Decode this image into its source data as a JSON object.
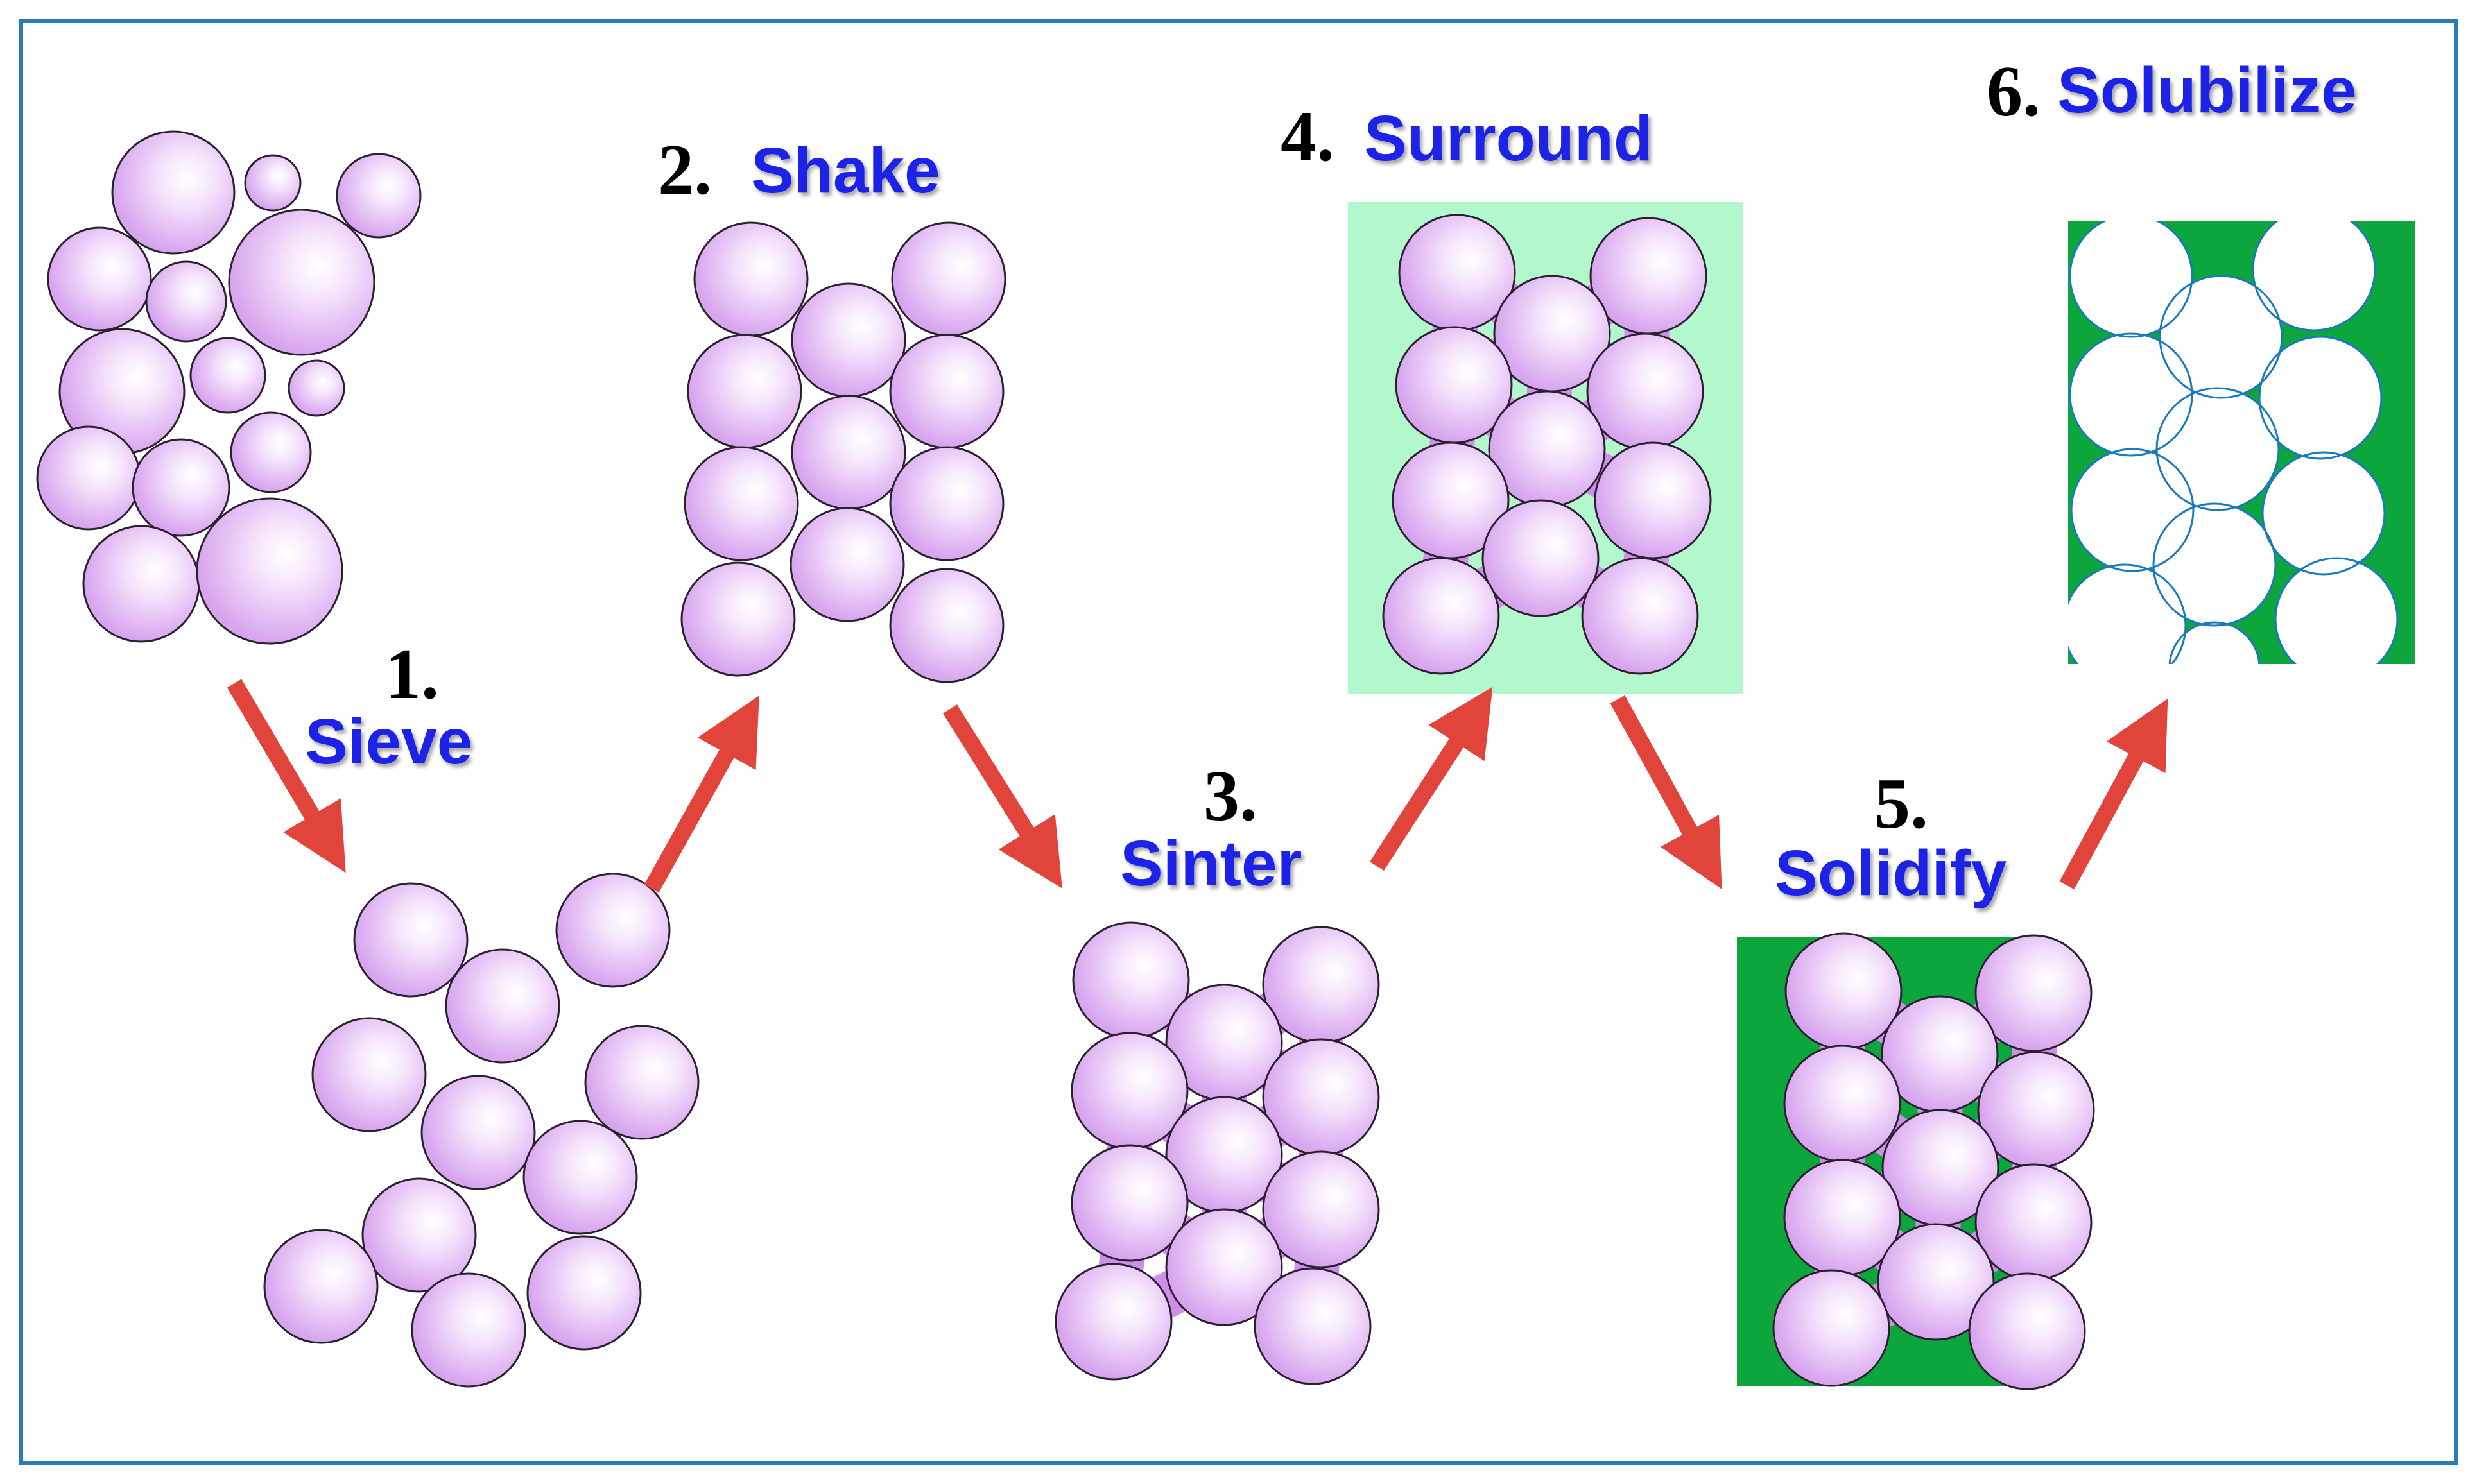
{
  "colors": {
    "frame": "#2b7bb9",
    "particle_edge": "#d4a0ec",
    "particle_center": "#ffffff",
    "particle_stroke": "#2a2030",
    "neck": "#cf8fe8",
    "arrow": "#e0443a",
    "label_blue": "#1a22e6",
    "surround_fill": "#b3f7cc",
    "solid_fill": "#0da63d",
    "pore_edge": "#1878c0"
  },
  "steps": [
    {
      "number": "1.",
      "word": "Sieve"
    },
    {
      "number": "2.",
      "word": "Shake"
    },
    {
      "number": "3.",
      "word": "Sinter"
    },
    {
      "number": "4.",
      "word": "Surround"
    },
    {
      "number": "5.",
      "word": "Solidify"
    },
    {
      "number": "6.",
      "word": "Solubilize"
    }
  ]
}
